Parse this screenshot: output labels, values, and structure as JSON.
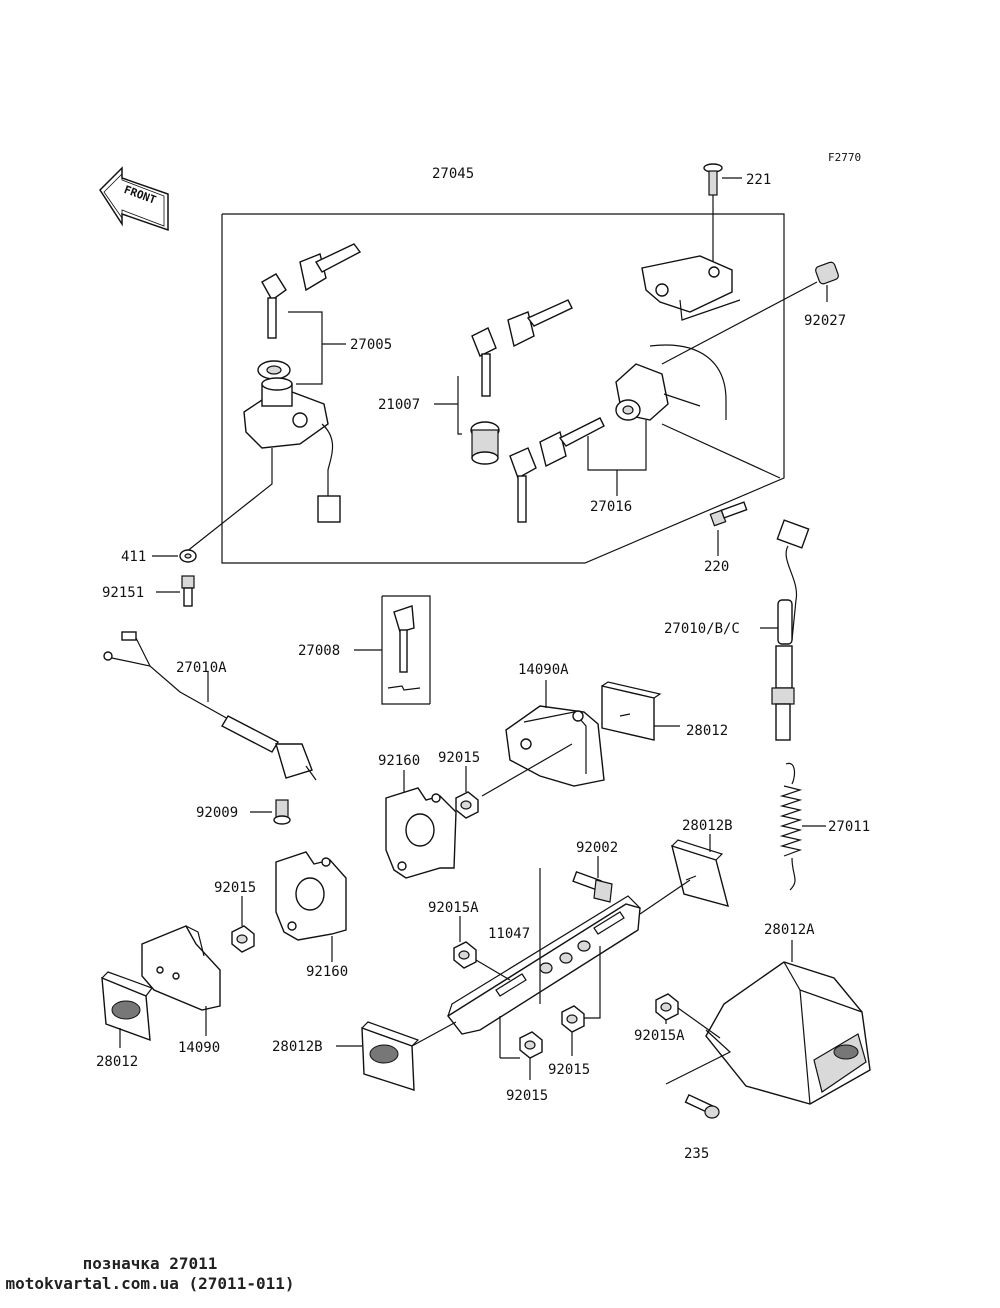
{
  "figure_code": "F2770",
  "front_label": "FRONT",
  "part_labels": {
    "p27045": "27045",
    "p221": "221",
    "p92027": "92027",
    "p27005": "27005",
    "p21007": "21007",
    "p27016": "27016",
    "p220": "220",
    "p411": "411",
    "p92151": "92151",
    "p27008": "27008",
    "p27010bc": "27010/B/C",
    "p27010a": "27010A",
    "p14090a": "14090A",
    "p28012_top": "28012",
    "p92160_a": "92160",
    "p92015_a": "92015",
    "p92009": "92009",
    "p27011": "27011",
    "p28012b_a": "28012B",
    "p92002": "92002",
    "p92015_b": "92015",
    "p92015a_a": "92015A",
    "p11047": "11047",
    "p92160_b": "92160",
    "p28012a": "28012A",
    "p28012_bottom": "28012",
    "p14090": "14090",
    "p28012b_b": "28012B",
    "p92015_c": "92015",
    "p92015_d": "92015",
    "p92015a_b": "92015A",
    "p235": "235"
  },
  "footer": {
    "line1": "позначка 27011",
    "line2": "motokvartal.com.ua (27011-011)"
  }
}
